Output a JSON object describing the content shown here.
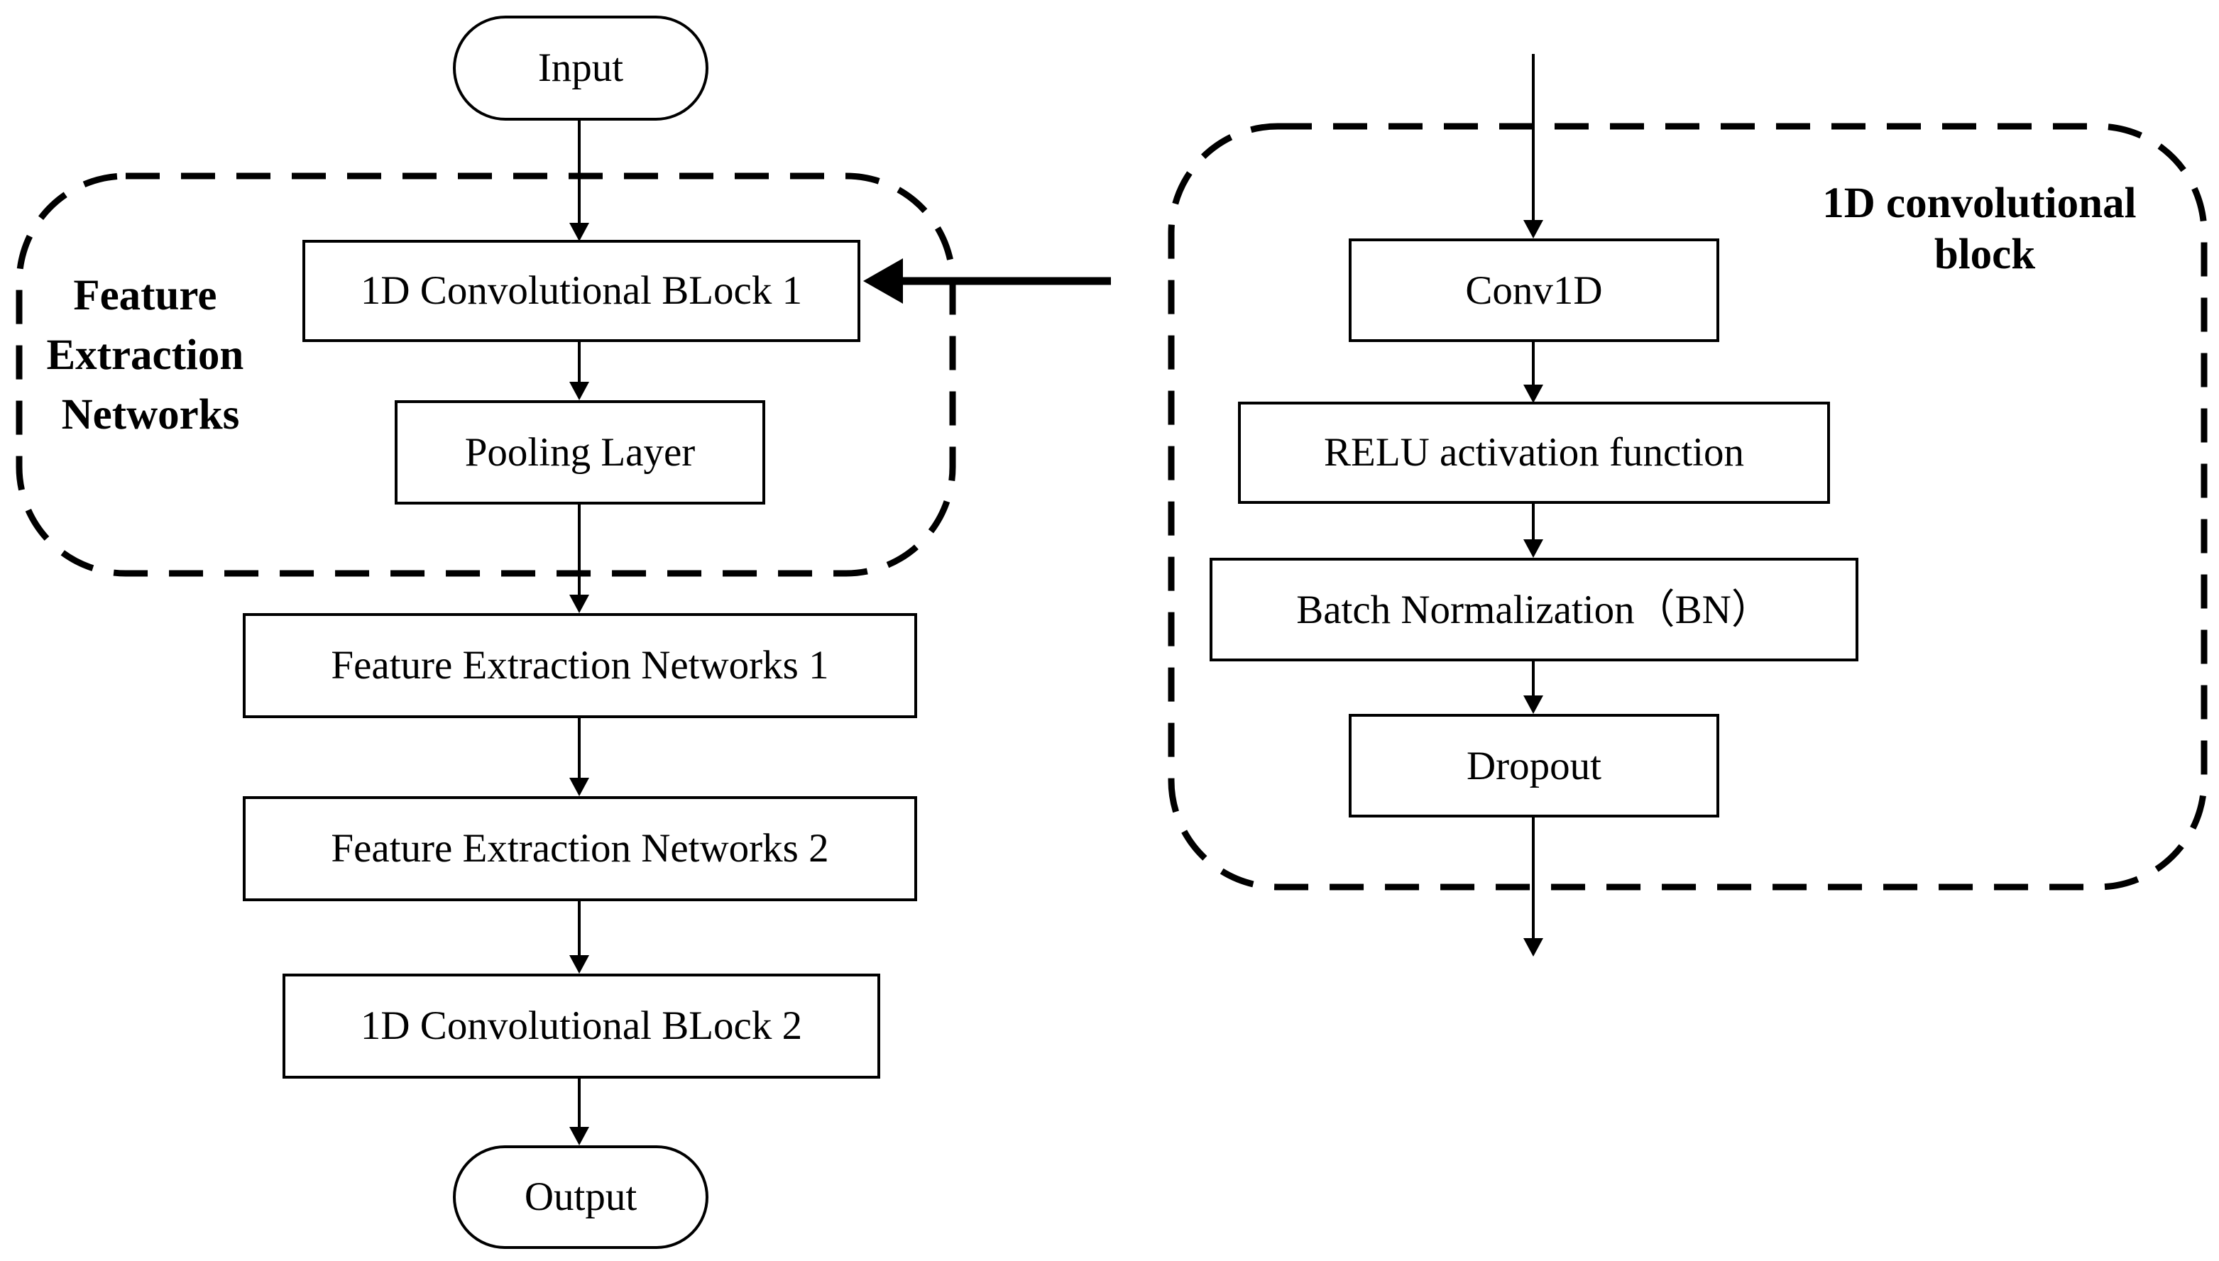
{
  "left_flow": {
    "input": "Input",
    "conv_block_1": "1D Convolutional BLock 1",
    "pooling": "Pooling Layer",
    "fen_1": "Feature Extraction Networks 1",
    "fen_2": "Feature Extraction Networks 2",
    "conv_block_2": "1D Convolutional BLock 2",
    "output": "Output",
    "group_label_lines": [
      "Feature",
      "Extraction",
      "Networks"
    ]
  },
  "right_flow": {
    "group_label_lines": [
      "1D convolutional",
      "block"
    ],
    "conv1d": "Conv1D",
    "relu": "RELU activation function",
    "bn": "Batch Normalization（BN）",
    "dropout": "Dropout"
  }
}
